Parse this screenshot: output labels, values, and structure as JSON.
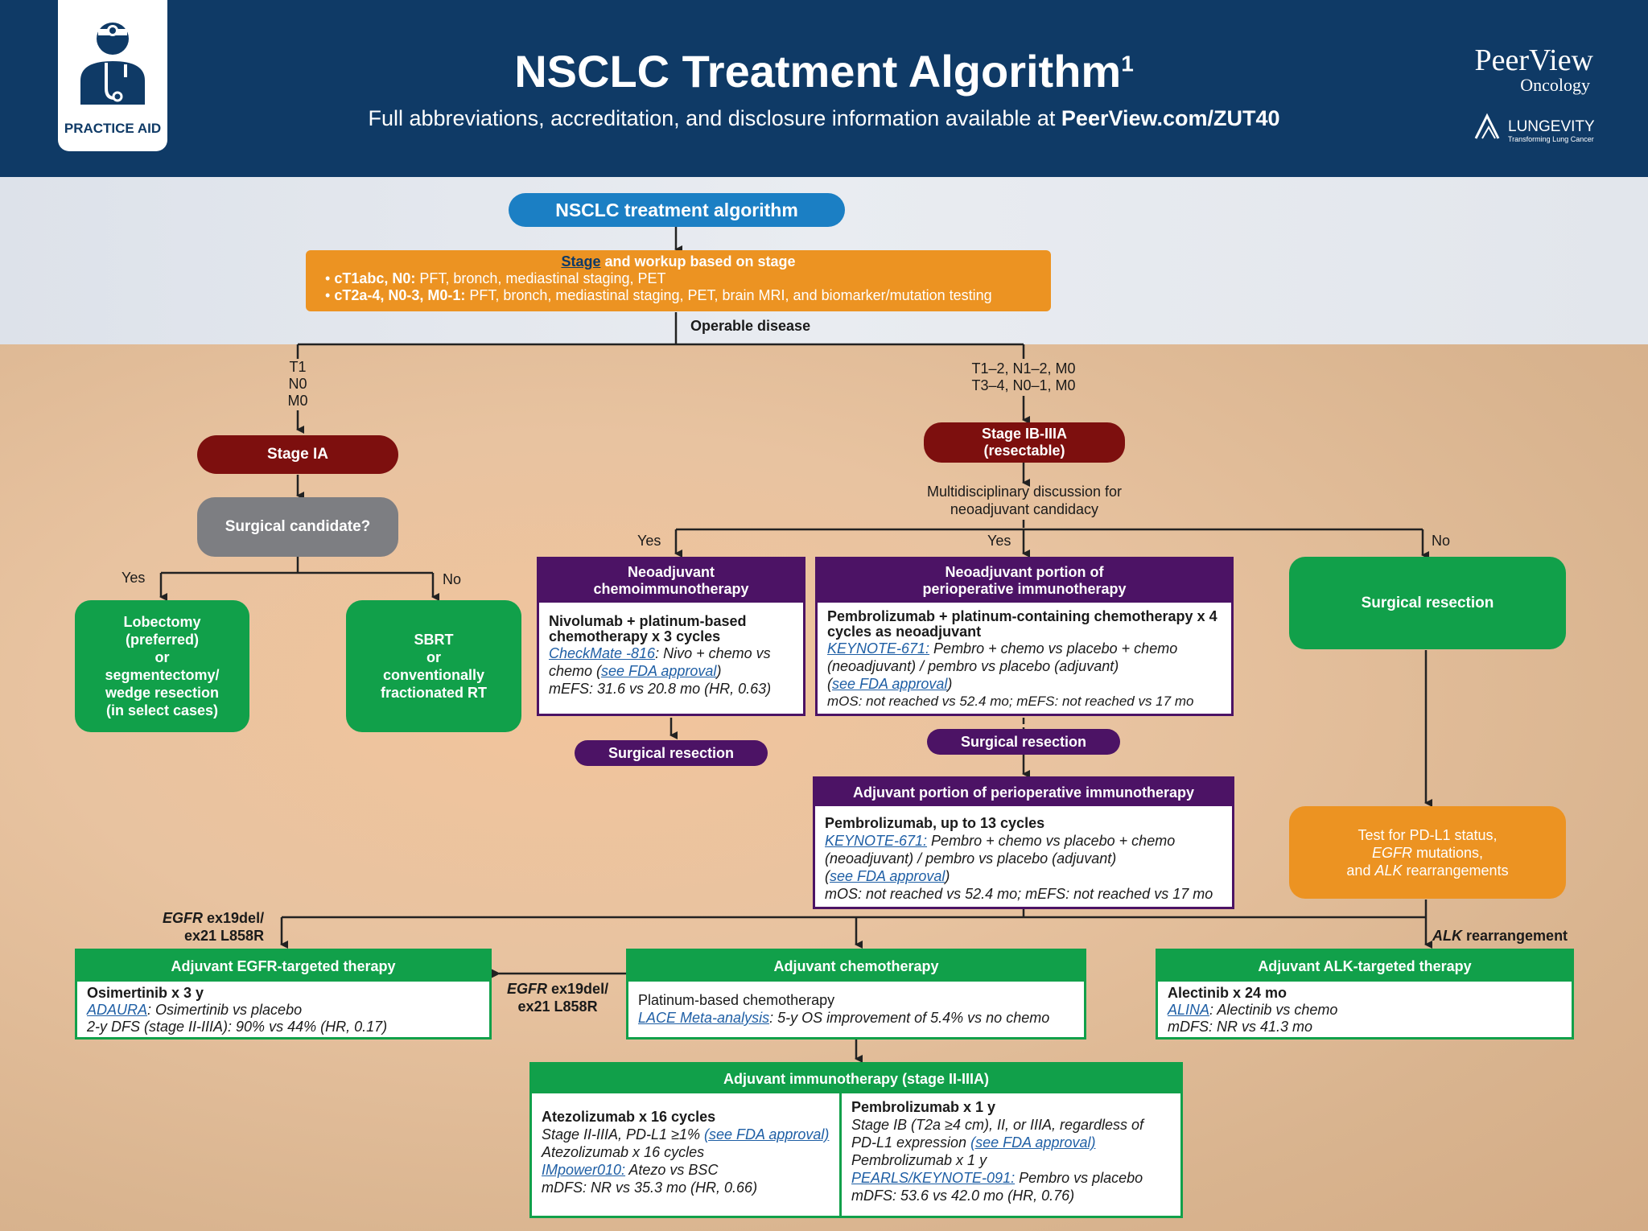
{
  "header": {
    "badge_label": "PRACTICE AID",
    "title": "NSCLC Treatment Algorithm",
    "title_sup": "1",
    "subtitle_pre": "Full abbreviations, accreditation, and disclosure information available at ",
    "subtitle_link": "PeerView.com/ZUT40",
    "brand_top": "PeerView",
    "brand_sub": "Oncology",
    "lungevity": "LUNGEVITY",
    "lungevity_tag": "Transforming Lung Cancer"
  },
  "start": "NSCLC treatment algorithm",
  "workup": {
    "title_link": "Stage",
    "title_rest": " and workup based on stage",
    "b1_bold": "cT1abc, N0:",
    "b1_rest": " PFT, bronch, mediastinal staging, PET",
    "b2_bold": "cT2a-4, N0-3, M0-1:",
    "b2_rest": " PFT, bronch, mediastinal staging, PET, brain MRI, and biomarker/mutation testing"
  },
  "labels": {
    "operable": "Operable disease",
    "t1": "T1",
    "n0": "N0",
    "m0": "M0",
    "t12": "T1–2, N1–2, M0",
    "t34": "T3–4, N0–1, M0",
    "yes": "Yes",
    "no": "No",
    "mdt_1": "Multidisciplinary discussion for",
    "mdt_2": "neoadjuvant candidacy",
    "egfr_left_1": "EGFR",
    "egfr_left_2": " ex19del/",
    "egfr_left_3": "ex21 L858R",
    "alk_1": "ALK",
    "alk_2": " rearrangement"
  },
  "stage_ia": "Stage IA",
  "surgical_candidate": "Surgical candidate?",
  "lobectomy": [
    "Lobectomy",
    "(preferred)",
    "or",
    "segmentectomy/",
    "wedge resection",
    "(in select cases)"
  ],
  "sbrt": [
    "SBRT",
    "or",
    "conventionally",
    "fractionated RT"
  ],
  "stage_ib": [
    "Stage IB-IIIA",
    "(resectable)"
  ],
  "neo_chemo": {
    "head": [
      "Neoadjuvant",
      "chemoimmunotherapy"
    ],
    "drug": "Nivolumab + platinum-based chemotherapy x 3 cycles",
    "trial": "CheckMate -816",
    "trial_rest": ": Nivo + chemo vs chemo (",
    "fda": "see FDA approval",
    "close": ")",
    "result": "mEFS: 31.6 vs 20.8 mo (HR, 0.63)"
  },
  "surg_res": "Surgical resection",
  "neo_periop": {
    "head": [
      "Neoadjuvant portion of",
      "perioperative immunotherapy"
    ],
    "drug": "Pembrolizumab + platinum-containing chemotherapy x 4 cycles as neoadjuvant",
    "trial": "KEYNOTE-671:",
    "trial_rest": " Pembro + chemo vs placebo + chemo (neoadjuvant) / pembro vs placebo (adjuvant)",
    "open": "(",
    "fda": "see FDA approval",
    "close": ")",
    "result": "mOS: not reached vs 52.4 mo; mEFS: not reached vs 17 mo"
  },
  "surg_res_right": "Surgical resection",
  "adj_periop": {
    "head": "Adjuvant portion of perioperative immunotherapy",
    "drug": "Pembrolizumab, up to 13 cycles",
    "trial": "KEYNOTE-671:",
    "trial_rest": " Pembro + chemo vs placebo + chemo (neoadjuvant) / pembro vs placebo (adjuvant)",
    "open": "(",
    "fda": "see FDA approval",
    "close": ")",
    "result": "mOS: not reached vs 52.4 mo; mEFS: not reached vs 17 mo"
  },
  "test_pdl1": {
    "l1": "Test for PD-L1 status,",
    "l2a": "EGFR",
    "l2b": " mutations,",
    "l3a": "and ",
    "l3b": "ALK",
    "l3c": " rearrangements"
  },
  "adj_egfr": {
    "head": "Adjuvant EGFR-targeted therapy",
    "drug": "Osimertinib x 3 y",
    "trial": "ADAURA",
    "trial_rest": ": Osimertinib vs placebo",
    "result": "2-y DFS (stage II-IIIA): 90% vs 44% (HR, 0.17)"
  },
  "adj_chemo": {
    "head": "Adjuvant chemotherapy",
    "drug": "Platinum-based chemotherapy",
    "trial": "LACE Meta-analysis",
    "trial_rest": ": 5-y OS improvement of 5.4% vs no chemo"
  },
  "adj_alk": {
    "head": "Adjuvant ALK-targeted therapy",
    "drug": "Alectinib x 24 mo",
    "trial": "ALINA",
    "trial_rest": ": Alectinib vs chemo",
    "result": "mDFS: NR vs 41.3 mo"
  },
  "adj_immuno": {
    "head": "Adjuvant immunotherapy (stage II-IIIA)",
    "left": {
      "drug": "Atezolizumab x 16 cycles",
      "l1": "Stage II-IIIA, PD-L1 ≥1% ",
      "l1_link": "(see FDA approval)",
      "l2": "Atezolizumab x 16 cycles",
      "trial": "IMpower010:",
      "trial_rest": " Atezo vs BSC",
      "result": "mDFS: NR vs 35.3 mo (HR, 0.66)"
    },
    "right": {
      "drug": "Pembrolizumab x 1 y",
      "l1": "Stage IB (T2a ≥4 cm), II, or IIIA, regardless of PD-L1 expression ",
      "l1_link": "(see FDA approval)",
      "l2": "Pembrolizumab x 1 y",
      "trial": "PEARLS/KEYNOTE-091:",
      "trial_rest": " Pembro vs placebo",
      "result": "mDFS: 53.6 vs 42.0 mo (HR, 0.76)"
    }
  },
  "colors": {
    "header_bg": "#0f3a66",
    "blue": "#1b7fc4",
    "dark_red": "#7d0f0e",
    "grey": "#7d7e82",
    "green": "#11a04a",
    "purple": "#4c1365",
    "orange": "#ec9322"
  },
  "icons": [
    "doctor-icon",
    "lungevity-logo-icon"
  ]
}
